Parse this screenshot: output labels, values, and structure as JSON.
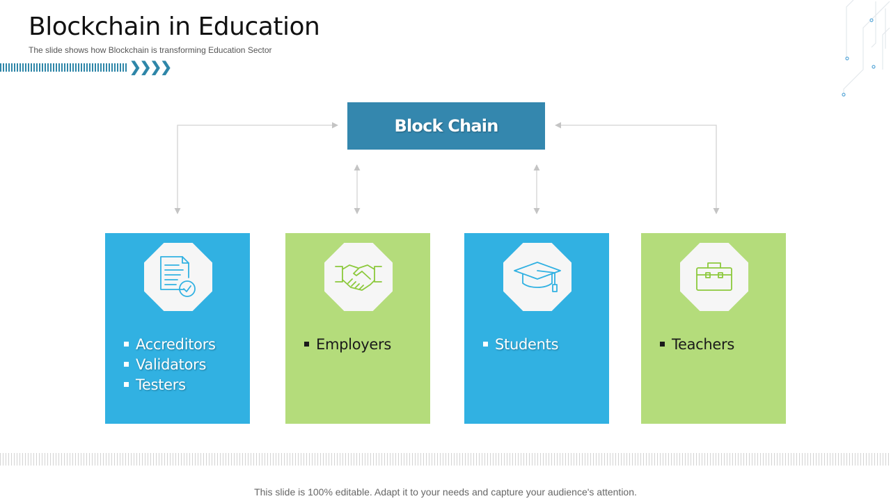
{
  "header": {
    "title": "Blockchain in Education",
    "subtitle": "The slide shows how Blockchain is transforming Education Sector",
    "chevrons": "❯❯❯❯"
  },
  "hub": {
    "label": "Block Chain",
    "color": "#3487ae"
  },
  "cards": [
    {
      "name": "accreditors-card",
      "icon": "certificate-document-icon",
      "color": "#31b1e2",
      "items": [
        "Accreditors",
        "Validators",
        "Testers"
      ]
    },
    {
      "name": "employers-card",
      "icon": "handshake-icon",
      "color": "#b4dc7b",
      "items": [
        "Employers"
      ]
    },
    {
      "name": "students-card",
      "icon": "graduation-cap-icon",
      "color": "#31b1e2",
      "items": [
        "Students"
      ]
    },
    {
      "name": "teachers-card",
      "icon": "briefcase-icon",
      "color": "#b4dc7b",
      "items": [
        "Teachers"
      ]
    }
  ],
  "footer": {
    "text": "This slide is 100% editable. Adapt it to your needs and capture your audience's attention."
  }
}
